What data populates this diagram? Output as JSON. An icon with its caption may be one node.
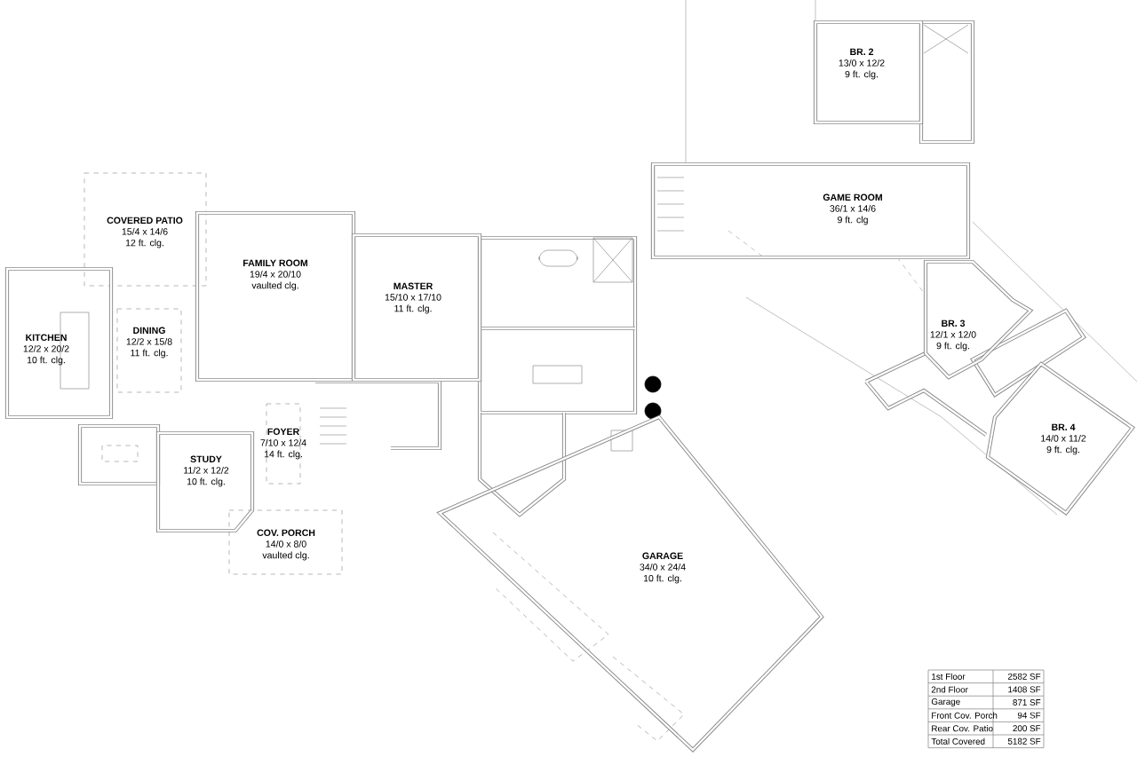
{
  "diagram": {
    "nodes": [
      {
        "text": [
          "COVERED PATIO",
          "15/4 x 14/6",
          "12 ft. clg."
        ]
      },
      {
        "text": [
          "KITCHEN",
          "12/2 x 20/2",
          "10 ft. clg."
        ]
      },
      {
        "text": [
          "DINING",
          "12/2 x 15/8",
          "11 ft. clg."
        ]
      },
      {
        "text": [
          "FAMILY ROOM",
          "19/4 x 20/10",
          "vaulted clg."
        ]
      },
      {
        "text": [
          "MASTER",
          "15/10 x 17/10",
          "11 ft. clg."
        ]
      },
      {
        "text": [
          "FOYER",
          "7/10 x 12/4",
          "14 ft. clg."
        ]
      },
      {
        "text": [
          "STUDY",
          "11/2 x 12/2",
          "10 ft. clg."
        ]
      },
      {
        "text": [
          "COV. PORCH",
          "14/0 x 8/0",
          "vaulted clg."
        ]
      },
      {
        "text": [
          "GARAGE",
          "34/0 x 24/4",
          "10 ft. clg."
        ]
      },
      {
        "text": [
          "BR. 2",
          "13/0 x 12/2",
          "9 ft. clg."
        ]
      },
      {
        "text": [
          "GAME ROOM",
          "36/1 x 14/6",
          "9 ft. clg"
        ]
      },
      {
        "text": [
          "BR. 3",
          "12/1 x 12/0",
          "9 ft. clg."
        ]
      },
      {
        "text": [
          "BR. 4",
          "14/0 x 11/2",
          "9 ft. clg."
        ]
      }
    ],
    "labels": [
      "1st Floor",
      "2582 SF",
      "2nd Floor",
      "1408 SF",
      "Garage",
      "871 SF",
      "Front Cov. Porch",
      "94 SF",
      "Rear Cov. Patio",
      "200 SF",
      "Total Covered",
      "5182 SF"
    ]
  }
}
